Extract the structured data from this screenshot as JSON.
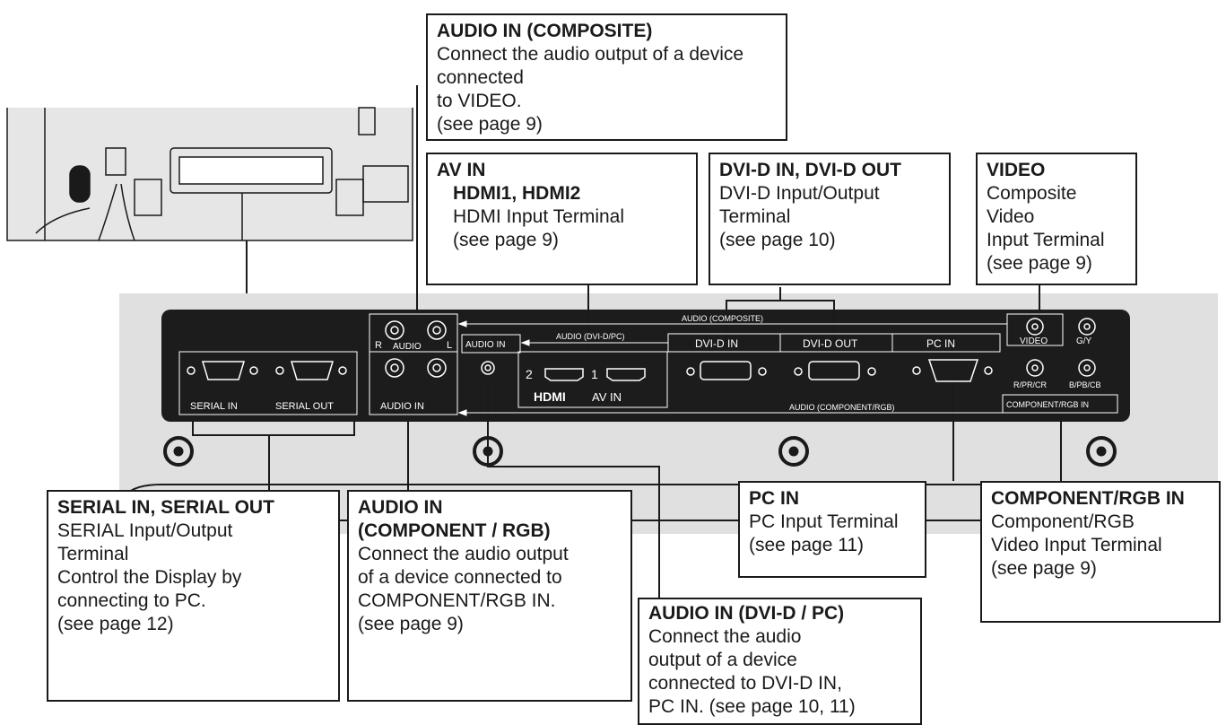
{
  "panel_labels": {
    "serial_in": "SERIAL IN",
    "serial_out": "SERIAL OUT",
    "audio_in_lower": "AUDIO IN",
    "audio_in_upper_r": "R",
    "audio_in_upper_l": "L",
    "audio_word": "AUDIO",
    "audio_in_small": "AUDIO IN",
    "hdmi_num_2": "2",
    "hdmi_num_1": "1",
    "hdmi_logo": "HDMI",
    "av_in": "AV IN",
    "audio_dvid_pc": "AUDIO (DVI-D/PC)",
    "audio_composite": "AUDIO (COMPOSITE)",
    "dvid_in": "DVI-D IN",
    "dvid_out": "DVI-D OUT",
    "pc_in": "PC IN",
    "video": "VIDEO",
    "g_y": "G/Y",
    "r_pr_cr": "R/PR/CR",
    "b_pb_cb": "B/PB/CB",
    "component_rgb_in": "COMPONENT/RGB IN",
    "audio_component_rgb": "AUDIO (COMPONENT/RGB)"
  },
  "callouts": {
    "audio_composite": {
      "title": "AUDIO IN (COMPOSITE)",
      "lines": [
        "Connect the audio output of a device connected",
        "to VIDEO.",
        "(see page 9)"
      ]
    },
    "av_in": {
      "title": "AV IN",
      "subtitle": "HDMI1, HDMI2",
      "lines": [
        "HDMI Input Terminal",
        "(see page 9)"
      ]
    },
    "dvid": {
      "title": "DVI-D IN, DVI-D OUT",
      "lines": [
        "DVI-D Input/Output",
        "Terminal",
        "(see page 10)"
      ]
    },
    "video": {
      "title": "VIDEO",
      "lines": [
        "Composite Video",
        "Input Terminal",
        "(see page 9)"
      ]
    },
    "serial": {
      "title": "SERIAL IN, SERIAL OUT",
      "lines": [
        "SERIAL Input/Output",
        "Terminal",
        "Control the Display by",
        "connecting to PC.",
        "(see page 12)"
      ]
    },
    "audio_component": {
      "title": "AUDIO IN",
      "title2": "(COMPONENT / RGB)",
      "lines": [
        "Connect the audio output",
        "of a device connected to",
        "COMPONENT/RGB IN.",
        "(see page 9)"
      ]
    },
    "audio_dvid_pc": {
      "title": "AUDIO IN (DVI-D / PC)",
      "lines": [
        "Connect the audio",
        "output of a device",
        "connected to DVI-D IN,",
        "PC IN. (see page 10, 11)"
      ]
    },
    "pc_in": {
      "title": "PC IN",
      "lines": [
        "PC Input Terminal",
        "(see page 11)"
      ]
    },
    "component_rgb": {
      "title": "COMPONENT/RGB IN",
      "lines": [
        "Component/RGB",
        "Video Input Terminal",
        "(see page 9)"
      ]
    }
  },
  "colors": {
    "panel_bg": "#e0e0e0",
    "terminal_bar": "#1c1c1c",
    "line": "#1a1a1a"
  }
}
